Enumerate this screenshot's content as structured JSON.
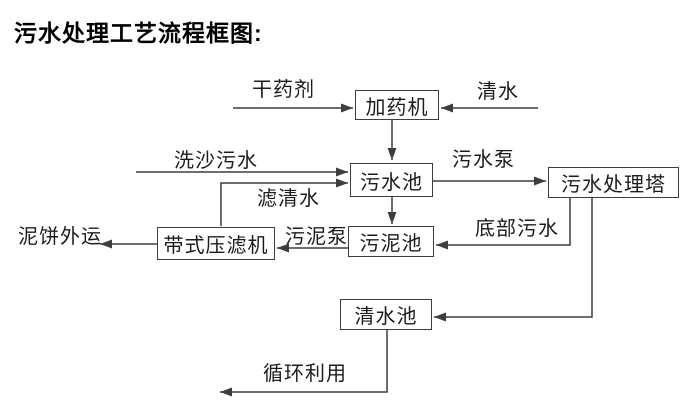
{
  "page_title": "污水处理工艺流程框图:",
  "colors": {
    "line": "#3d3d3d",
    "text": "#1c1c1c",
    "background": "#ffffff"
  },
  "nodes": [
    {
      "id": "dosing-machine",
      "label": "加药机"
    },
    {
      "id": "sewage-pool",
      "label": "污水池"
    },
    {
      "id": "treatment-tower",
      "label": "污水处理塔"
    },
    {
      "id": "sludge-pool",
      "label": "污泥池"
    },
    {
      "id": "belt-filter-press",
      "label": "带式压滤机"
    },
    {
      "id": "clear-water-pool",
      "label": "清水池"
    }
  ],
  "edge_labels": [
    {
      "id": "dry-agent",
      "label": "干药剂"
    },
    {
      "id": "clear-water",
      "label": "清水"
    },
    {
      "id": "sand-washing-sewage",
      "label": "洗沙污水"
    },
    {
      "id": "filtered-water",
      "label": "滤清水"
    },
    {
      "id": "sewage-pump",
      "label": "污水泵"
    },
    {
      "id": "bottom-sewage",
      "label": "底部污水"
    },
    {
      "id": "sludge-pump",
      "label": "污泥泵"
    },
    {
      "id": "mud-cake-out",
      "label": "泥饼外运"
    },
    {
      "id": "recycle",
      "label": "循环利用"
    }
  ]
}
